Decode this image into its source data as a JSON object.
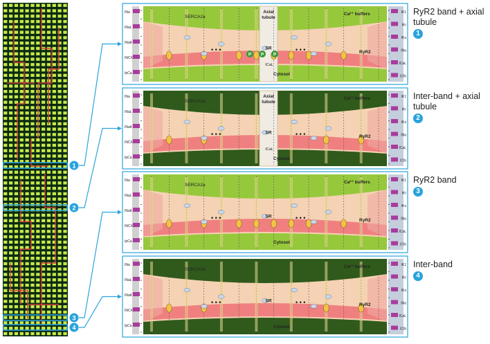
{
  "colors": {
    "frame": "#29a3dc",
    "grid_bg": "#0a2a12",
    "grid_cell": "#c8e84a",
    "grid_line": "#d23c3c",
    "sr_light": "#96c83c",
    "sr_dark": "#2f5a1c",
    "cytosol": "#f5d2b4",
    "ryr_band": "#f08080",
    "membrane": "#a83c9c",
    "extracell": "#c4cedc"
  },
  "markers": [
    {
      "num": "1"
    },
    {
      "num": "2"
    },
    {
      "num": "3"
    },
    {
      "num": "4"
    }
  ],
  "panels": [
    {
      "title": "RyR2 band + axial tubule",
      "num": "1",
      "dark": false,
      "ryr": true,
      "axial": true,
      "labels": {
        "serca": "SERCA2a",
        "buffers": "Ca²⁺ buffers",
        "axial": "Axial tubule",
        "sr": "SR",
        "ryr": "RyR2",
        "cytosol": "Cytosol",
        "ical": "ICaL",
        "p": "P",
        "dots": "• • •"
      },
      "left_currents": [
        "INa",
        "INaL",
        "INaK",
        "INCX",
        "IpCa"
      ],
      "right_currents": [
        "IK1",
        "IKr",
        "IKs",
        "INa",
        "ICaL",
        "IClb"
      ]
    },
    {
      "title": "Inter-band + axial tubule",
      "num": "2",
      "dark": true,
      "ryr": false,
      "axial": true,
      "labels": {
        "serca": "SERCA2a",
        "buffers": "Ca²⁺ buffers",
        "axial": "Axial tubule",
        "sr": "SR",
        "ryr": "RyR2",
        "cytosol": "Cytosol",
        "ical": "ICaL",
        "p": "",
        "dots": "• • •"
      },
      "left_currents": [
        "INa",
        "INaL",
        "INaK",
        "INCX",
        "IpCa"
      ],
      "right_currents": [
        "IK1",
        "IKr",
        "IKs",
        "INa",
        "ICaL",
        "IClb"
      ]
    },
    {
      "title": "RyR2 band",
      "num": "3",
      "dark": false,
      "ryr": true,
      "axial": false,
      "labels": {
        "serca": "SERCA2a",
        "buffers": "Ca²⁺ buffers",
        "axial": "",
        "sr": "SR",
        "ryr": "RyR2",
        "cytosol": "Cytosol",
        "ical": "",
        "p": "",
        "dots": "• • •"
      },
      "left_currents": [
        "INa",
        "INaL",
        "INaK",
        "INCX",
        "IpCa"
      ],
      "right_currents": [
        "IK1",
        "IKr",
        "IKs",
        "INa",
        "ICaL",
        "IClb"
      ]
    },
    {
      "title": "Inter-band",
      "num": "4",
      "dark": true,
      "ryr": false,
      "axial": false,
      "labels": {
        "serca": "SERCA2a",
        "buffers": "Ca²⁺ buffers",
        "axial": "",
        "sr": "SR",
        "ryr": "RyR2",
        "cytosol": "Cytosol",
        "ical": "",
        "p": "",
        "dots": "• • •"
      },
      "left_currents": [
        "INa",
        "INaL",
        "INaK",
        "INCX",
        "IpCa"
      ],
      "right_currents": [
        "IK1",
        "IKr",
        "IKs",
        "INa",
        "ICaL",
        "IClb"
      ]
    }
  ]
}
